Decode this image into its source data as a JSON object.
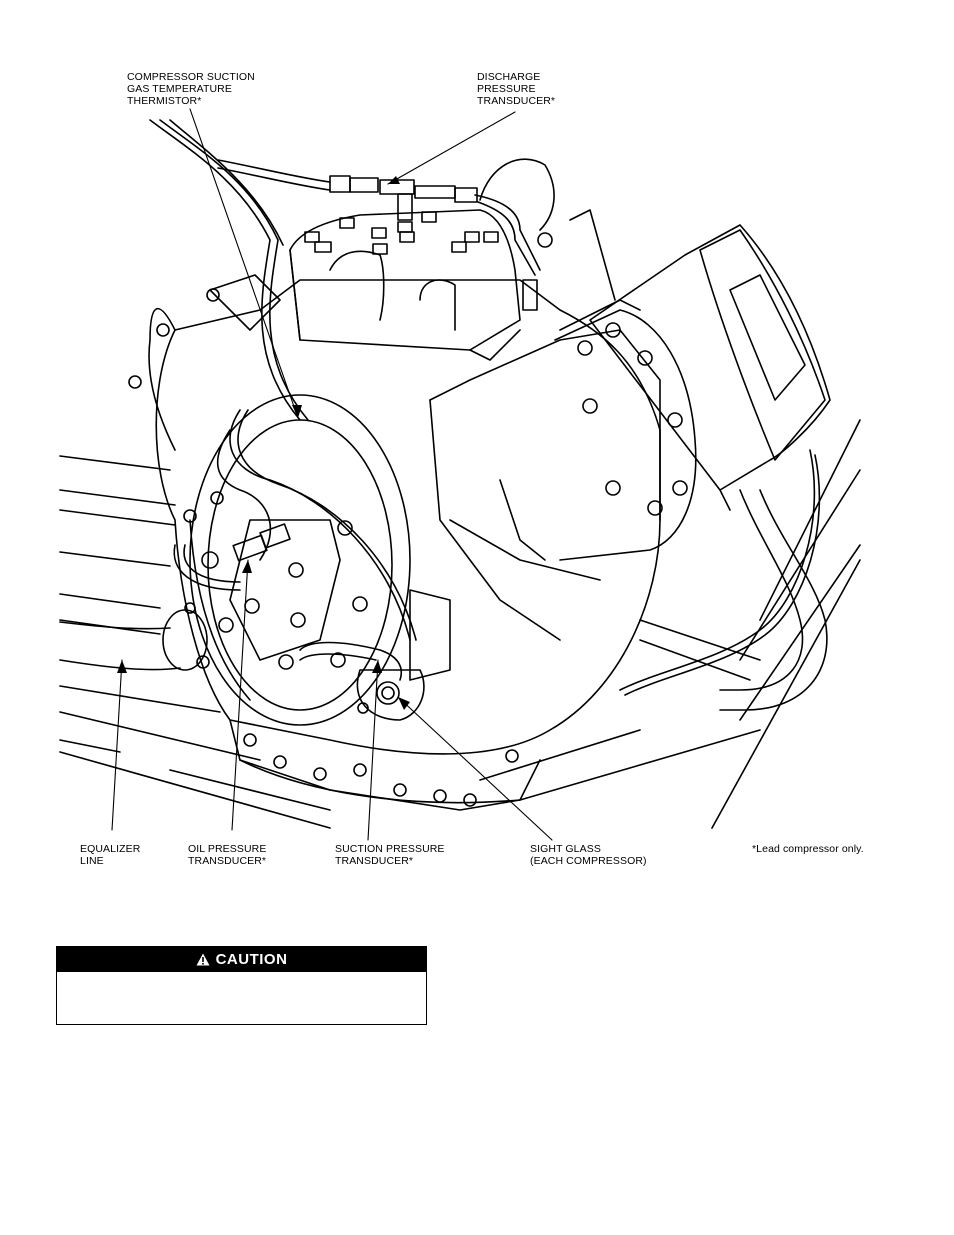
{
  "labels": {
    "thermistor": "COMPRESSOR SUCTION\nGAS TEMPERATURE\nTHERMISTOR*",
    "discharge": "DISCHARGE\nPRESSURE\nTRANSDUCER*",
    "equalizer": "EQUALIZER\nLINE",
    "oil": "OIL PRESSURE\nTRANSDUCER*",
    "suction": "SUCTION PRESSURE\nTRANSDUCER*",
    "sight_glass": "SIGHT GLASS\n(EACH COMPRESSOR)",
    "footnote": "*Lead compressor only."
  },
  "caution": {
    "title": "CAUTION",
    "icon": "warning-triangle-icon",
    "body": ""
  }
}
